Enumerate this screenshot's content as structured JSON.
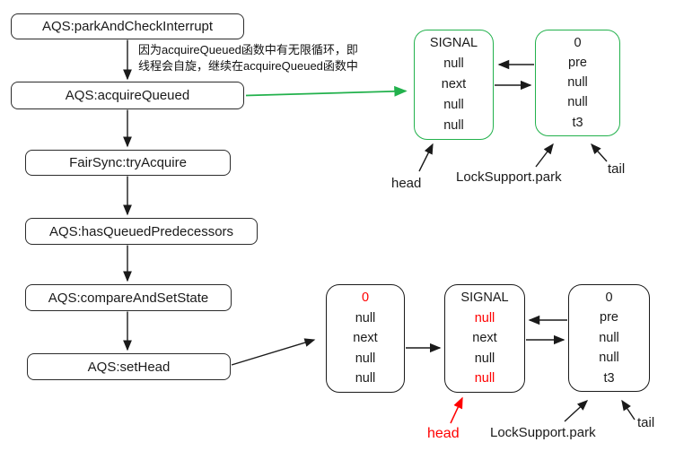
{
  "colors": {
    "green": "#22b14c",
    "red": "#ff0000",
    "line_black": "#1a1a1a"
  },
  "flowchart": {
    "boxes": [
      {
        "label": "AQS:parkAndCheckInterrupt"
      },
      {
        "label": "AQS:acquireQueued"
      },
      {
        "label": "FairSync:tryAcquire"
      },
      {
        "label": "AQS:hasQueuedPredecessors"
      },
      {
        "label": "AQS:compareAndSetState"
      },
      {
        "label": "AQS:setHead"
      }
    ]
  },
  "annotation": {
    "line1": "因为acquireQueued函数中有无限循环，即",
    "line2": "线程会自旋，继续在acquireQueued函数中"
  },
  "queue_before": {
    "nodes": [
      {
        "rows": [
          {
            "text": "SIGNAL"
          },
          {
            "text": "null"
          },
          {
            "text": "next"
          },
          {
            "text": "null"
          },
          {
            "text": "null"
          }
        ]
      },
      {
        "rows": [
          {
            "text": "0"
          },
          {
            "text": "pre"
          },
          {
            "text": "null"
          },
          {
            "text": "null"
          },
          {
            "text": "t3"
          }
        ]
      }
    ],
    "labels": {
      "head": "head",
      "park": "LockSupport.park",
      "tail": "tail"
    }
  },
  "queue_after": {
    "nodes": [
      {
        "rows": [
          {
            "text": "0",
            "color": "red"
          },
          {
            "text": "null"
          },
          {
            "text": "next"
          },
          {
            "text": "null"
          },
          {
            "text": "null"
          }
        ]
      },
      {
        "rows": [
          {
            "text": "SIGNAL"
          },
          {
            "text": "null",
            "color": "red"
          },
          {
            "text": "next"
          },
          {
            "text": "null"
          },
          {
            "text": "null",
            "color": "red"
          }
        ]
      },
      {
        "rows": [
          {
            "text": "0"
          },
          {
            "text": "pre"
          },
          {
            "text": "null"
          },
          {
            "text": "null"
          },
          {
            "text": "t3"
          }
        ]
      }
    ],
    "labels": {
      "head": "head",
      "park": "LockSupport.park",
      "tail": "tail"
    }
  }
}
